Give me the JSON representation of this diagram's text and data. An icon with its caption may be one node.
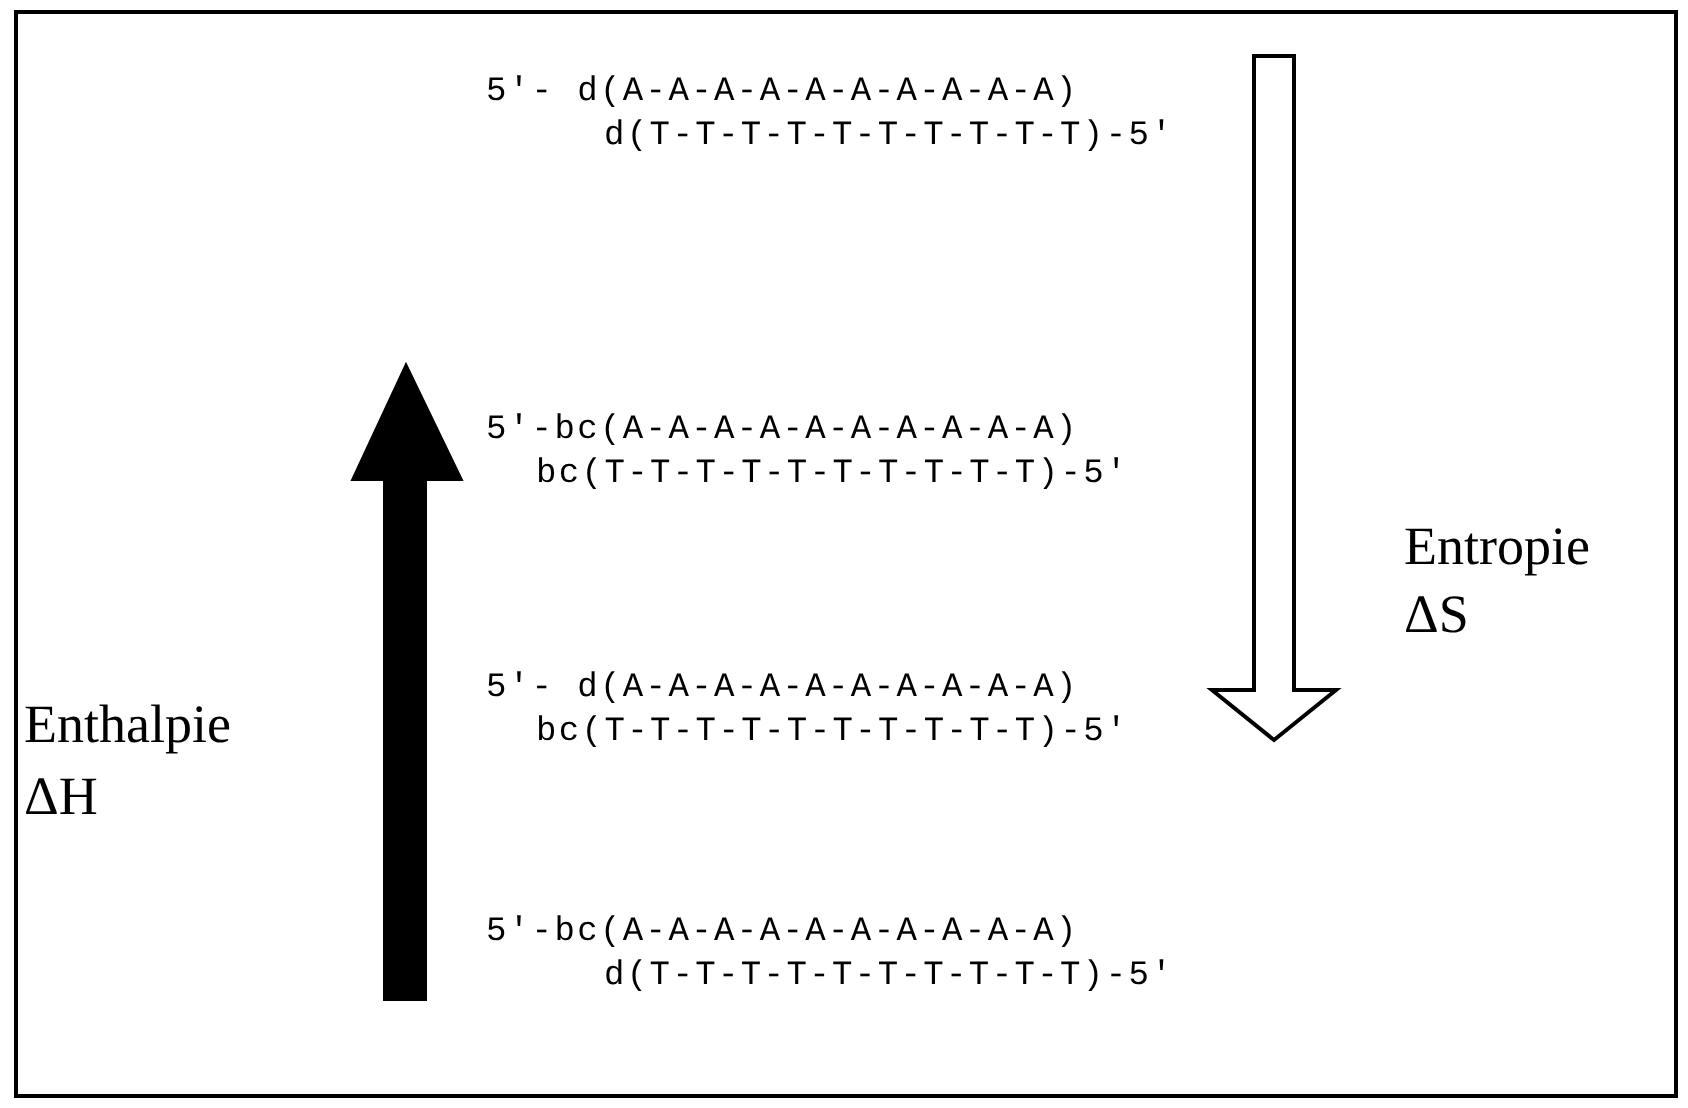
{
  "diagram": {
    "labels": [
      "5'- d(A-A-A-A-A-A-A-A-A-A)",
      "d(T-T-T-T-T-T-T-T-T-T)-5'",
      "5'-bc(A-A-A-A-A-A-A-A-A-A)",
      "bc(T-T-T-T-T-T-T-T-T-T)-5'",
      "Entropie",
      "ΔS",
      "5'- d(A-A-A-A-A-A-A-A-A-A)",
      "bc(T-T-T-T-T-T-T-T-T-T)-5'",
      "Enthalpie",
      "ΔH",
      "5'-bc(A-A-A-A-A-A-A-A-A-A)",
      "d(T-T-T-T-T-T-T-T-T-T)-5'"
    ]
  }
}
